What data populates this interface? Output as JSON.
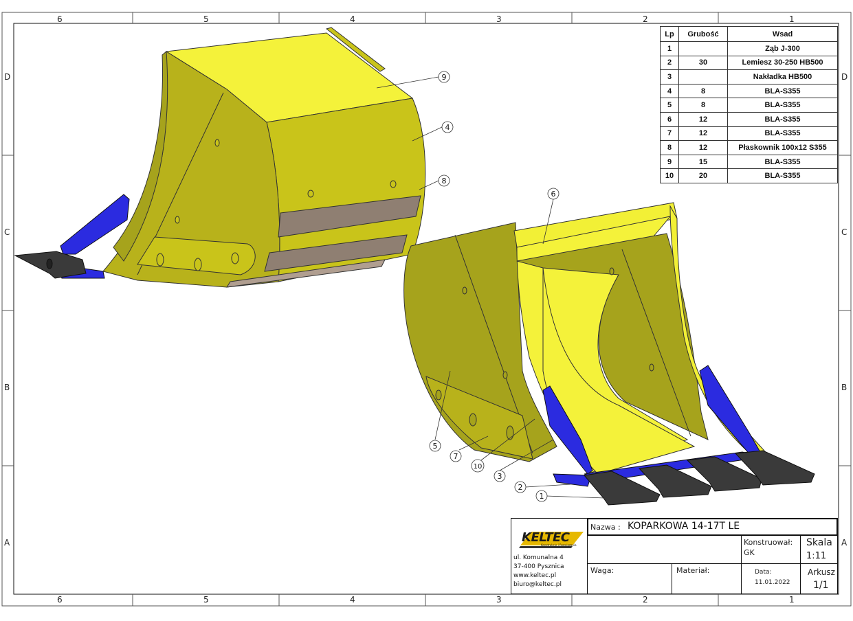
{
  "zones": {
    "columns": [
      "6",
      "5",
      "4",
      "3",
      "2",
      "1"
    ],
    "rows": [
      "D",
      "C",
      "B",
      "A"
    ]
  },
  "parts_table": {
    "headers": [
      "Lp",
      "Grubość",
      "Wsad"
    ],
    "rows": [
      {
        "lp": "1",
        "grubosc": "",
        "wsad": "Ząb J-300"
      },
      {
        "lp": "2",
        "grubosc": "30",
        "wsad": "Lemiesz 30-250 HB500"
      },
      {
        "lp": "3",
        "grubosc": "",
        "wsad": "Nakładka HB500"
      },
      {
        "lp": "4",
        "grubosc": "8",
        "wsad": "BLA-S355"
      },
      {
        "lp": "5",
        "grubosc": "8",
        "wsad": "BLA-S355"
      },
      {
        "lp": "6",
        "grubosc": "12",
        "wsad": "BLA-S355"
      },
      {
        "lp": "7",
        "grubosc": "12",
        "wsad": "BLA-S355"
      },
      {
        "lp": "8",
        "grubosc": "12",
        "wsad": "Płaskownik 100x12 S355"
      },
      {
        "lp": "9",
        "grubosc": "15",
        "wsad": "BLA-S355"
      },
      {
        "lp": "10",
        "grubosc": "20",
        "wsad": "BLA-S355"
      }
    ]
  },
  "callouts": [
    "1",
    "2",
    "3",
    "4",
    "5",
    "6",
    "7",
    "8",
    "9",
    "10"
  ],
  "title_block": {
    "logo": "KELTEC",
    "logo_tagline": "Konstrukcje i Rozwiązania",
    "address_street": "ul. Komunalna 4",
    "address_city": "37-400 Pysznica",
    "website": "www.keltec.pl",
    "email": "biuro@keltec.pl",
    "name_label": "Nazwa :",
    "name_value": "KOPARKOWA 14-17T LE",
    "designer_label": "Konstruował:",
    "designer_value": "GK",
    "scale_label": "Skala",
    "scale_value": "1:11",
    "weight_label": "Waga:",
    "material_label": "Materiał:",
    "date_label": "Data:",
    "date_value": "11.01.2022",
    "sheet_label": "Arkusz",
    "sheet_value": "1/1"
  },
  "colors": {
    "bucket_body": "#c9c41a",
    "bucket_side": "#a6a31c",
    "bucket_inner": "#f2f036",
    "wear_plate": "#8f7f72",
    "tooth_adapter": "#2b2be0",
    "tooth": "#3a3a3a",
    "logo_yellow": "#e6b800"
  }
}
